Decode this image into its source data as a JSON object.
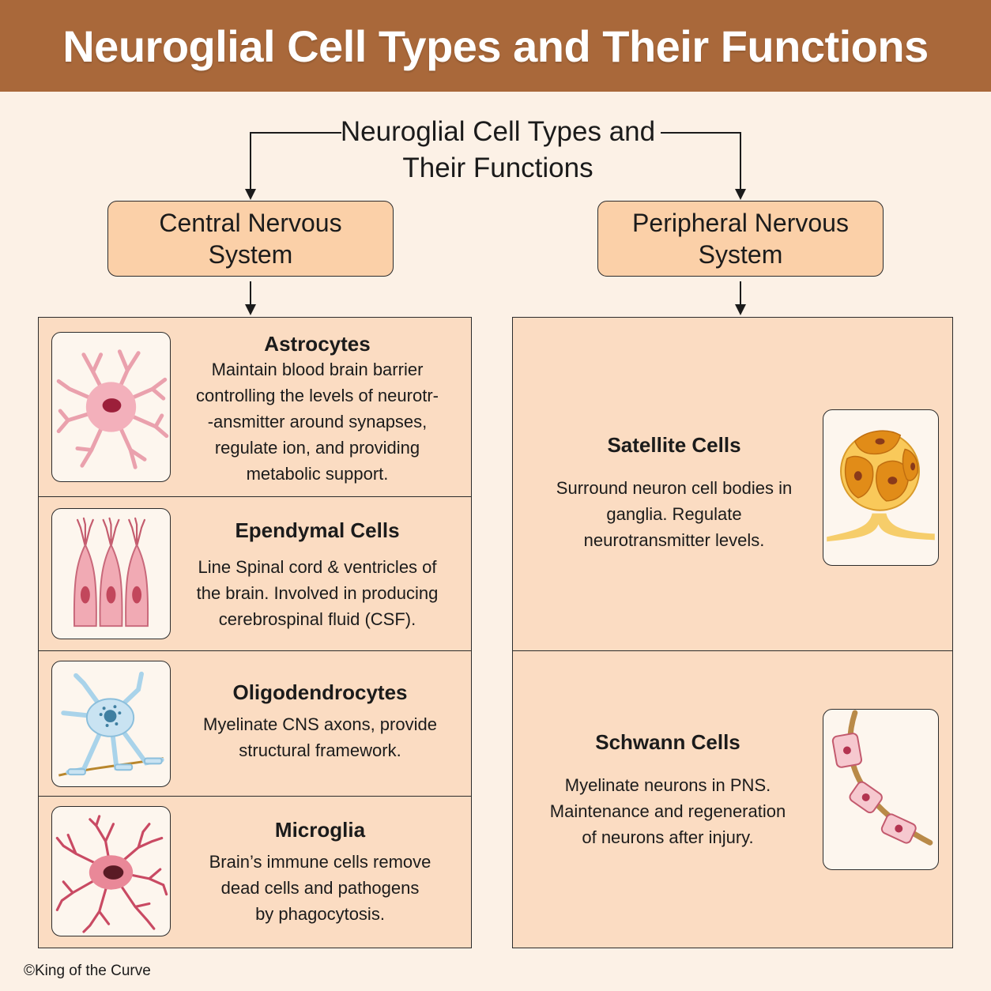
{
  "header": {
    "title": "Neuroglial Cell Types and Their Functions"
  },
  "root": {
    "line1": "Neuroglial Cell Types and",
    "line2": "Their Functions"
  },
  "cns": {
    "line1": "Central Nervous",
    "line2": "System",
    "cells": [
      {
        "name": "Astrocytes",
        "lines": [
          "Maintain blood brain barrier",
          "controlling the levels of neurotr-",
          "-ansmitter around synapses,",
          "regulate ion, and providing",
          "metabolic support."
        ],
        "icon": "astrocyte-icon"
      },
      {
        "name": "Ependymal Cells",
        "lines": [
          "Line Spinal cord & ventricles of",
          "the brain. Involved in producing",
          "cerebrospinal fluid (CSF)."
        ],
        "icon": "ependymal-cell-icon"
      },
      {
        "name": "Oligodendrocytes",
        "lines": [
          "Myelinate CNS axons, provide",
          "structural framework."
        ],
        "icon": "oligodendrocyte-icon"
      },
      {
        "name": "Microglia",
        "lines": [
          "Brain’s immune cells remove",
          "dead cells and pathogens",
          "by phagocytosis."
        ],
        "icon": "microglia-icon"
      }
    ]
  },
  "pns": {
    "line1": "Peripheral Nervous",
    "line2": "System",
    "cells": [
      {
        "name": "Satellite Cells",
        "lines": [
          "Surround neuron cell bodies in",
          "ganglia. Regulate",
          "neurotransmitter levels."
        ],
        "icon": "satellite-cell-icon"
      },
      {
        "name": "Schwann Cells",
        "lines": [
          "Myelinate neurons in PNS.",
          "Maintenance and regeneration",
          "of neurons after injury."
        ],
        "icon": "schwann-cell-icon"
      }
    ]
  },
  "footer": {
    "copyright": "©King of the Curve"
  },
  "colors": {
    "banner": "#a9683a",
    "background": "#fcf1e6",
    "system_box": "#fbd0a8",
    "panel": "#fbdcc2"
  }
}
